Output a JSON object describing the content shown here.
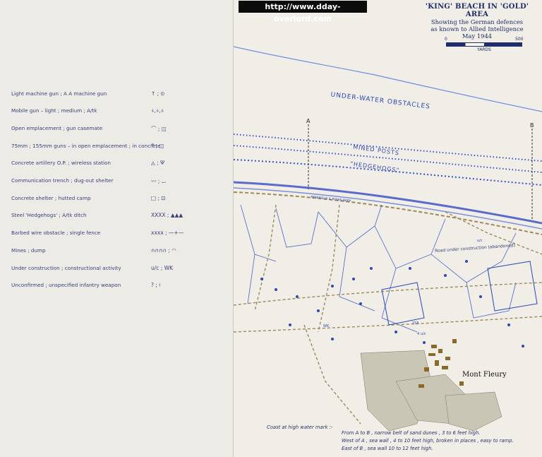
{
  "banner": {
    "url": "http://www.dday-overlord.com"
  },
  "title": {
    "main": "'KING' BEACH IN 'GOLD' AREA",
    "line1": "Showing the German defences",
    "line2": "as known to Allied Intelligence",
    "line3": "May 1944"
  },
  "scale": {
    "zero": "0",
    "max": "500",
    "unit": "YARDS"
  },
  "legend": [
    {
      "label": "Light machine gun ; A A machine gun",
      "symbols": "↑ ; ⦶"
    },
    {
      "label": "Mobile gun – light ; medium ; A/tk",
      "symbols": "⍭,⍭,⍭"
    },
    {
      "label": "Open emplacement ; gun casemate",
      "symbols": "⌒ ; ◫"
    },
    {
      "label": "75mm ; 155mm guns – in open emplacement ; in concrete",
      "symbols": "⍑ ; ◫"
    },
    {
      "label": "Concrete artillery O.P. ; wireless station",
      "symbols": "◬ ; Ψ"
    },
    {
      "label": "Communication trench ; dug-out shelter",
      "symbols": "〰 ; ⌴"
    },
    {
      "label": "Concrete shelter ; hutted camp",
      "symbols": "□ ; ⊡"
    },
    {
      "label": "Steel 'Hedgehogs' ; A/tk ditch",
      "symbols": "XXXX ; ▲▲▲"
    },
    {
      "label": "Barbed wire obstacle ; single fence",
      "symbols": "xxxx ; —+—"
    },
    {
      "label": "Mines ; dump",
      "symbols": "∩∩∩∩ ; ◠"
    },
    {
      "label": "Under construction ; constructional activity",
      "symbols": "u/c ; WK"
    },
    {
      "label": "Unconfirmed ; unspecified infantry weapon",
      "symbols": "? ; ⍿"
    }
  ],
  "map": {
    "underwater": "UNDER-WATER OBSTACLES",
    "mined_posts": "MINED POSTS",
    "hedgehogs": "\"HEDGEHOGS\"",
    "point_a": "A",
    "point_b": "B",
    "minefield": "MINEFIELD & ROWS BEEP",
    "road": "Road under construction (abandoned)",
    "town": "Mont Fleury",
    "marker_155": "155",
    "marker_4uc": "4 u/c",
    "marker_uc": "u/c",
    "marker_wk": "WK"
  },
  "coast_note": {
    "heading": "Coast at high water mark :-",
    "line1": "From A to B , narrow belt of sand dunes , 3 to 6 feet high.",
    "line2": "West of A , sea wall , 4 to 10 feet high, broken in places , easy to ramp.",
    "line3": "East of B , sea wall 10 to 12 feet high."
  }
}
